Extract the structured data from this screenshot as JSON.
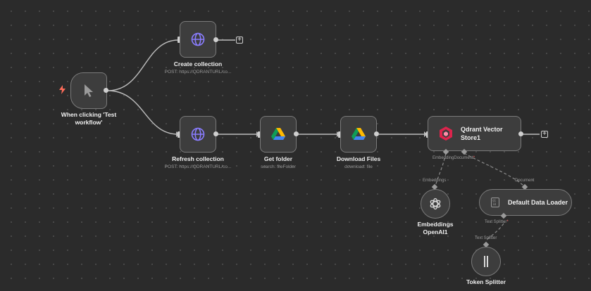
{
  "nodes": {
    "trigger": {
      "title": "When clicking 'Test workflow'",
      "icon": "cursor-icon"
    },
    "create_collection": {
      "title": "Create collection",
      "subtitle": "POST: https://QDRANTURL/co...",
      "icon": "globe-icon"
    },
    "refresh_collection": {
      "title": "Refresh collection",
      "subtitle": "POST: https://QDRANTURL/co...",
      "icon": "globe-icon"
    },
    "get_folder": {
      "title": "Get folder",
      "subtitle": "search: fileFolder",
      "icon": "google-drive-icon"
    },
    "download_files": {
      "title": "Download Files",
      "subtitle": "download: file",
      "icon": "google-drive-icon"
    },
    "qdrant": {
      "title_line1": "Qdrant Vector",
      "title_line2": "Store1",
      "icon": "qdrant-icon"
    },
    "embeddings": {
      "title_line1": "Embeddings",
      "title_line2": "OpenAI1",
      "icon": "openai-icon"
    },
    "loader": {
      "title": "Default Data Loader",
      "icon": "document-loader-icon"
    },
    "splitter": {
      "title": "Token Splitter",
      "icon": "splitter-icon"
    }
  },
  "handles": {
    "embedding": "Embedding",
    "document": "Document",
    "required_mark": "*",
    "embeddings_in": "Embeddings",
    "document_in": "Document",
    "text_splitter": "Text Splitter",
    "text_splitter_in": "Text Splitter"
  },
  "plus_symbol": "+",
  "colors": {
    "canvas": "#2b2b2b",
    "node_bg": "#3d3d3d",
    "node_border": "#7a7a7a",
    "trigger_bolt": "#ff6d5a",
    "globe": "#8a7dff",
    "qdrant": "#dc244c",
    "required": "#ff6d6d"
  }
}
